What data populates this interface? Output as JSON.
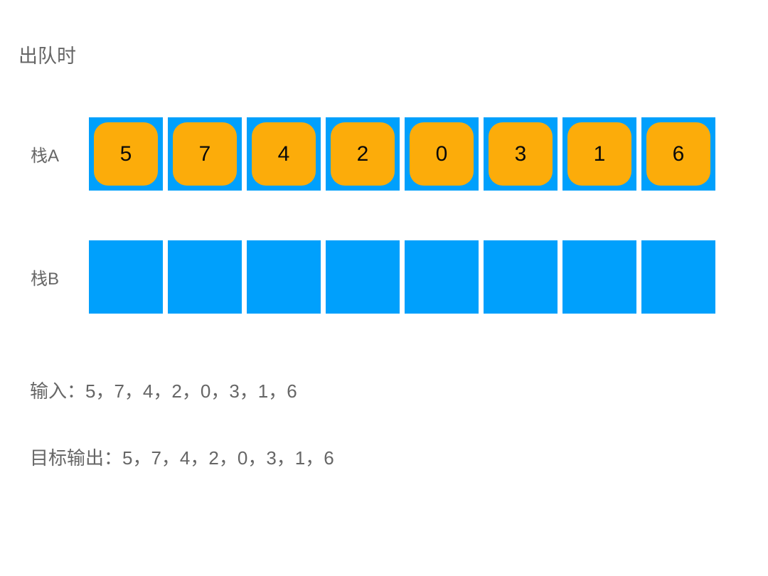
{
  "title": "出队时",
  "colors": {
    "cell_blue": "#00A0FC",
    "token_orange": "#FCAC0A",
    "text_gray": "#666666",
    "digit_black": "#0A0A0A"
  },
  "stacks": {
    "a": {
      "label": "栈A",
      "tokens": [
        "5",
        "7",
        "4",
        "2",
        "0",
        "3",
        "1",
        "6"
      ],
      "cell_count": 8
    },
    "b": {
      "label": "栈B",
      "tokens": [],
      "cell_count": 8
    }
  },
  "input_line": {
    "label": "输入：",
    "sequence": [
      "5",
      "7",
      "4",
      "2",
      "0",
      "3",
      "1",
      "6"
    ],
    "display": "5，7，4，2，0，3，1，6"
  },
  "target_line": {
    "label": "目标输出：",
    "sequence": [
      "5",
      "7",
      "4",
      "2",
      "0",
      "3",
      "1",
      "6"
    ],
    "display": "5，7，4，2，0，3，1，6"
  }
}
